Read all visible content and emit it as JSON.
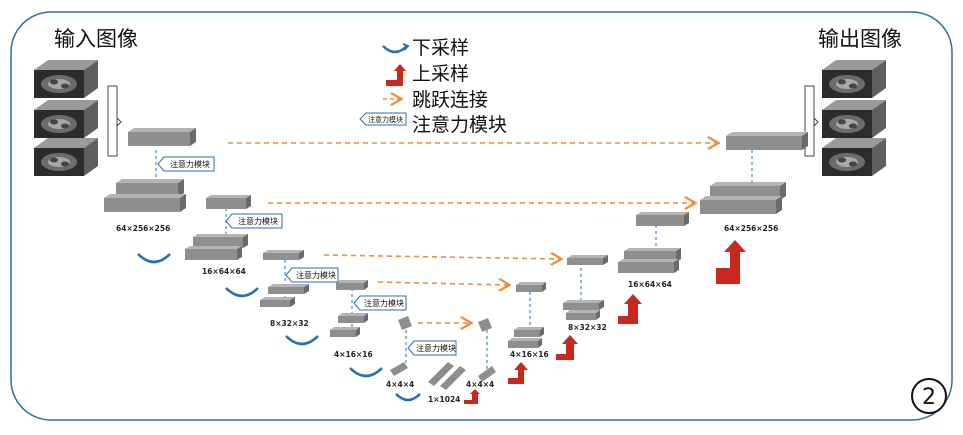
{
  "titles": {
    "input": "输入图像",
    "output": "输出图像"
  },
  "legend": {
    "downsample": "下采样",
    "upsample": "上采样",
    "skip": "跳跃连接",
    "attention": "注意力模块"
  },
  "attention_tag": "注意力模块",
  "dims": {
    "enc1": "64×256×256",
    "enc2": "16×64×64",
    "enc3": "8×32×32",
    "enc4": "4×16×16",
    "enc5": "4×4×4",
    "bottleneck": "1×1024",
    "dec5": "4×4×4",
    "dec4": "4×16×16",
    "dec3": "8×32×32",
    "dec2": "16×64×64",
    "dec1": "64×256×256"
  },
  "corner_badge": "2",
  "colors": {
    "block": "#8e8e8e",
    "block_top": "#b4b4b4",
    "block_side": "#6a6a6a",
    "skip": "#f08c3c",
    "upsample": "#c8281e",
    "downsample": "#2a6db4",
    "attention_border": "#2a6db4",
    "dashed_vertical": "#4a86c8"
  },
  "icons": [
    "mri-slice-icon",
    "bracket-icon",
    "down-arrow-icon",
    "up-arrow-icon",
    "attention-tag-icon"
  ]
}
